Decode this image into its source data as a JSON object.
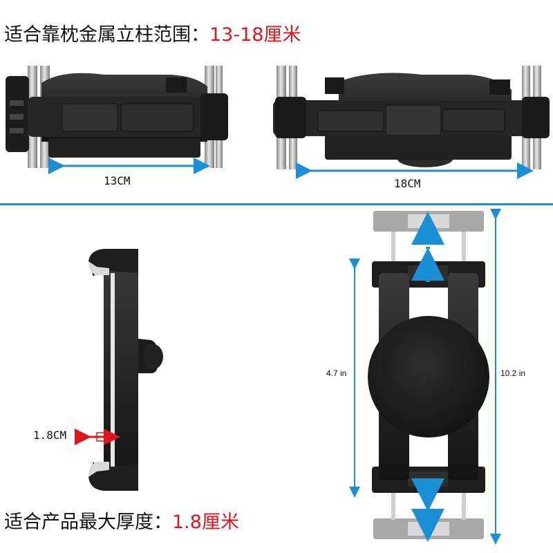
{
  "top_caption": {
    "label": "适合靠枕金属立柱范围：",
    "value": "13-18厘米"
  },
  "bottom_caption": {
    "label": "适合产品最大厚度：",
    "value": "1.8厘米"
  },
  "dimensions": {
    "narrow_width": "13CM",
    "wide_width": "18CM",
    "thickness": "1.8CM",
    "closed_height": "4.7 in",
    "open_height": "10.2 in"
  },
  "colors": {
    "accent_red": "#e0141b",
    "arrow_blue": "#1a8fd6",
    "divider_blue": "#1a8fd6",
    "body_black": "#1c1c1c",
    "pole_silver": "#b8b8b8"
  }
}
